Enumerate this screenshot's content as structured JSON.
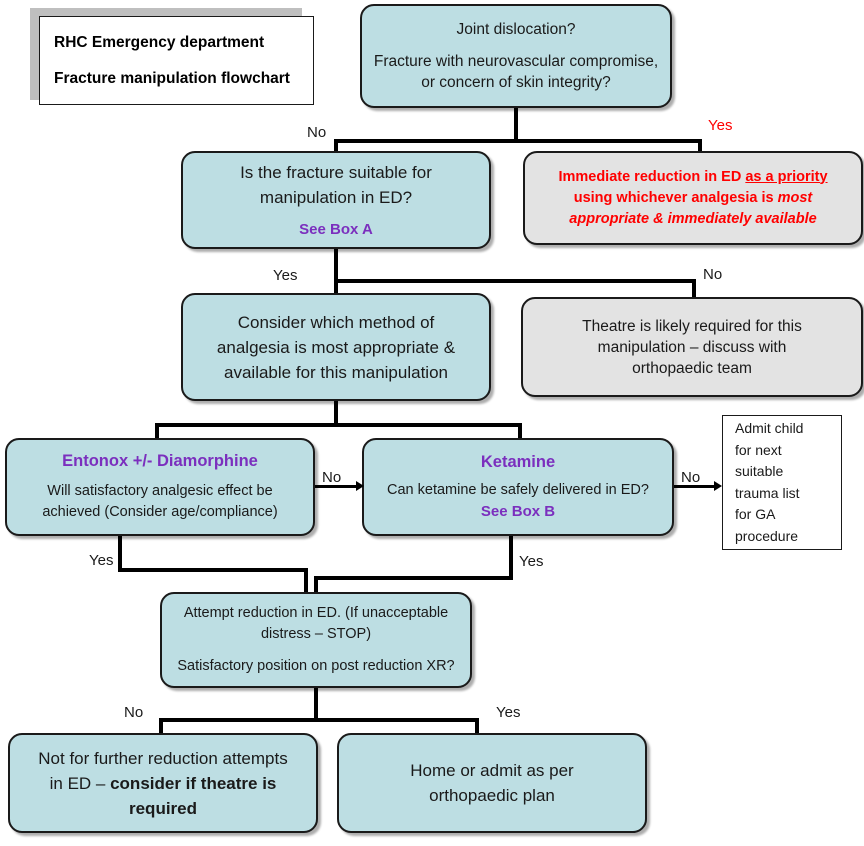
{
  "title_plate": {
    "line1": "RHC Emergency department",
    "line2": "Fracture manipulation flowchart"
  },
  "colors": {
    "node_teal": "#bddee3",
    "node_grey": "#e3e3e3",
    "node_white": "#ffffff",
    "border": "#1a1a1a",
    "accent_purple": "#7b2fbe",
    "alert_red": "#ff0000",
    "connector": "#000000",
    "title_shadow": "#bfbfbf"
  },
  "nodes": {
    "start": {
      "line1": "Joint dislocation?",
      "line2": "Fracture with neurovascular compromise,",
      "line3": "or concern of skin integrity?"
    },
    "immediate_reduction": {
      "seg1": "Immediate reduction in ED ",
      "seg2": "as a priority",
      "seg3": "using whichever analgesia is ",
      "seg4": "most",
      "seg5": "appropriate & immediately available"
    },
    "suitable": {
      "line1": "Is the fracture suitable for",
      "line2": "manipulation in ED?",
      "ref": "See Box A"
    },
    "consider_method": {
      "line1": "Consider which method of",
      "line2": "analgesia is most appropriate &",
      "line3": "available for this manipulation"
    },
    "theatre_required": {
      "line1": "Theatre is likely required for this",
      "line2": "manipulation – discuss with",
      "line3": "orthopaedic team"
    },
    "entonox": {
      "heading": "Entonox +/- Diamorphine",
      "line1": "Will satisfactory analgesic effect be",
      "line2": "achieved (Consider age/compliance)"
    },
    "ketamine": {
      "heading": "Ketamine",
      "line1": "Can ketamine be safely delivered in ED?",
      "ref": "See Box B"
    },
    "admit_child": {
      "line1": "Admit child",
      "line2": "for next",
      "line3": "suitable",
      "line4": "trauma list",
      "line5": "for GA",
      "line6": "procedure"
    },
    "attempt_reduction": {
      "line1": "Attempt reduction in ED. (If unacceptable",
      "line2": "distress – STOP)",
      "line3": "Satisfactory position on post reduction XR?"
    },
    "no_further": {
      "seg1": "Not for further reduction attempts",
      "seg2": "in ED – ",
      "seg3": "consider if theatre is",
      "seg4": "required"
    },
    "home_or_admit": {
      "line1": "Home or admit as per",
      "line2": "orthopaedic plan"
    }
  },
  "edge_labels": {
    "start_no": "No",
    "start_yes": "Yes",
    "suitable_yes": "Yes",
    "suitable_no": "No",
    "entonox_no": "No",
    "entonox_yes": "Yes",
    "ketamine_no": "No",
    "ketamine_yes": "Yes",
    "attempt_no": "No",
    "attempt_yes": "Yes"
  }
}
